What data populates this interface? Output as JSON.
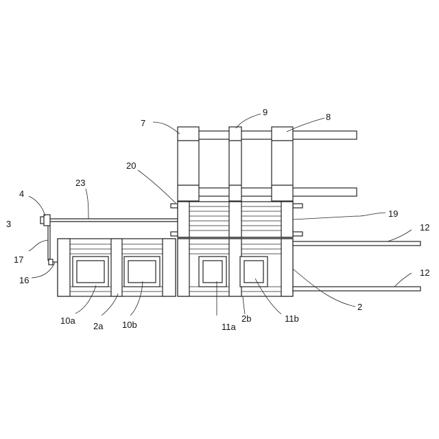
{
  "labels": {
    "l3": "3",
    "l4": "4",
    "l7": "7",
    "l8": "8",
    "l9": "9",
    "l20": "20",
    "l23": "23",
    "l19": "19",
    "l12_top": "12",
    "l12_bottom": "12",
    "l17": "17",
    "l16": "16",
    "l2": "2",
    "l10a": "10a",
    "l2a": "2a",
    "l10b": "10b",
    "l11a": "11a",
    "l2b": "2b",
    "l11b": "11b"
  },
  "colors": {
    "line": "#222222",
    "background": "#ffffff"
  }
}
